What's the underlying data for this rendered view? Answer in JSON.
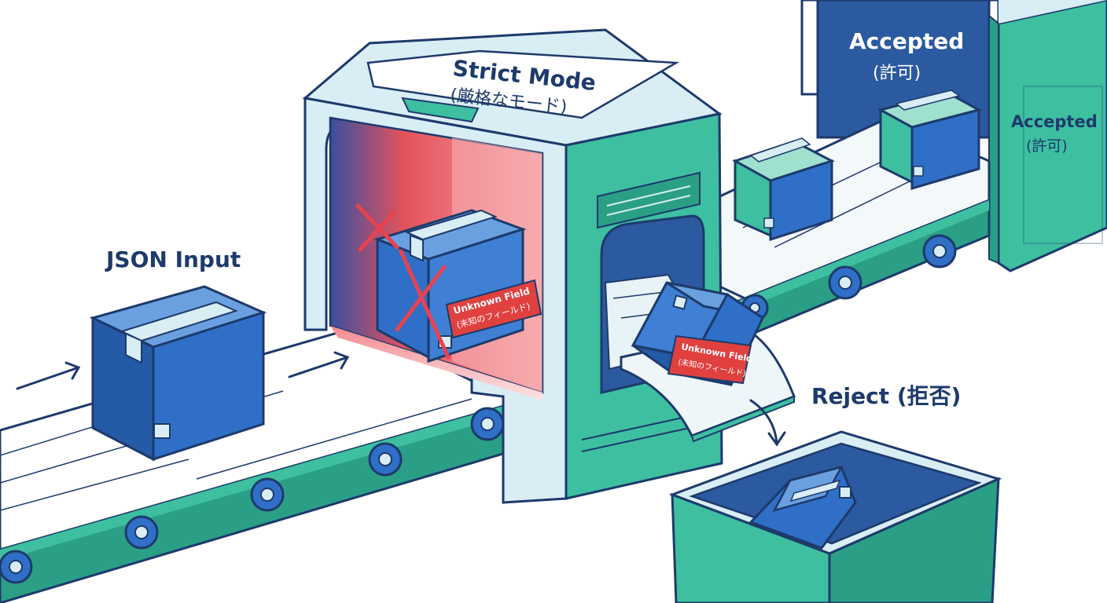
{
  "labels": {
    "json_input": "JSON Input",
    "strict_mode": "Strict Mode",
    "strict_mode_jp": "(厳格なモード)",
    "accepted_top": "Accepted",
    "accepted_top_jp": "(許可)",
    "accepted_side": "Accepted",
    "accepted_side_jp": "(許可)",
    "reject": "Reject (拒否)",
    "unknown_field_1": "Unknown Field",
    "unknown_field_1_jp": "(未知のフィールド)",
    "unknown_field_2": "Unknown Field",
    "unknown_field_2_jp": "(未知のフィールド)"
  },
  "colors": {
    "outline": "#1d3a6b",
    "box_blue": "#2f6fc7",
    "box_blue_dark": "#245aa6",
    "teal": "#3dbfa0",
    "teal_dark": "#2a9f86",
    "scanner_light": "#d9edf5",
    "alert_red": "#e8424f",
    "tag_red": "#e0413f"
  }
}
